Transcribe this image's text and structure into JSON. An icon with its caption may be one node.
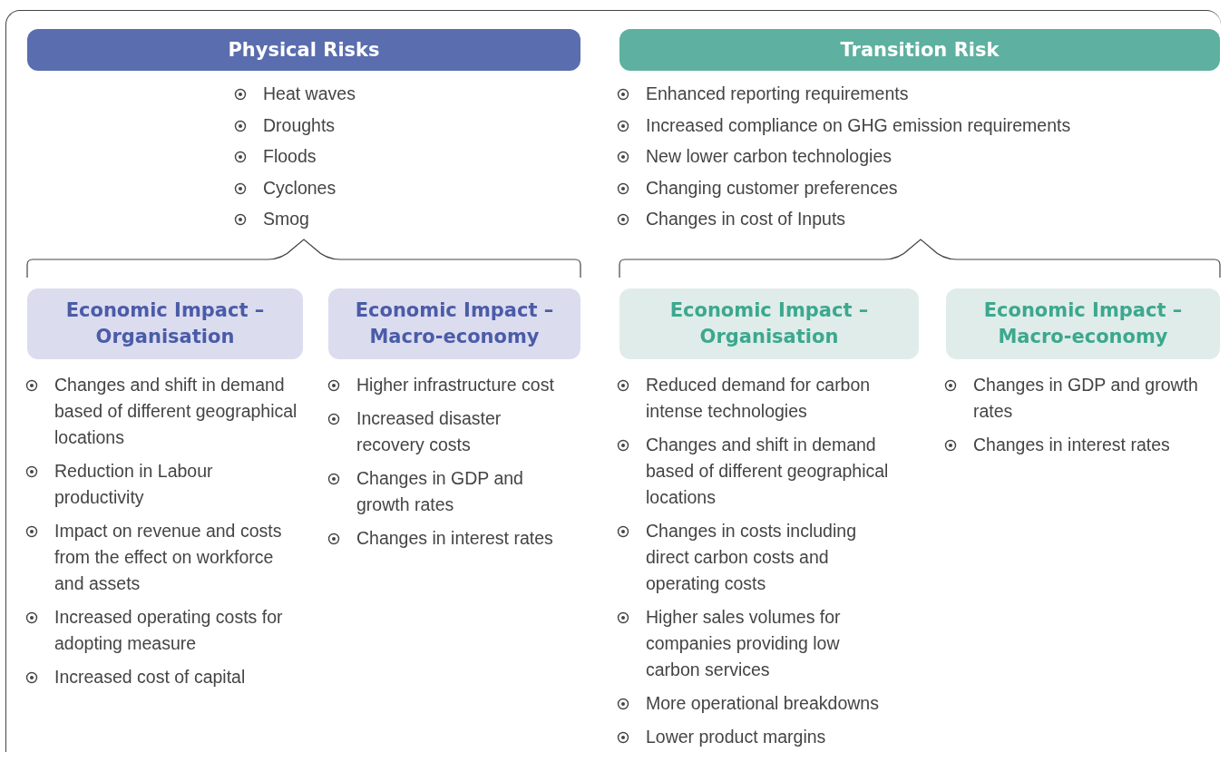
{
  "diagram": {
    "nodes": [
      {
        "text": [
          "Physical Risks"
        ],
        "beside": [
          "Heat waves",
          "Droughts",
          "Floods",
          "Cyclones",
          "Smog"
        ]
      },
      {
        "text": [
          "Transition Risk"
        ],
        "beside": [
          "Enhanced reporting requirements",
          "Increased compliance on GHG emission requirements",
          "New lower carbon technologies",
          "Changing customer preferences",
          "Changes in cost of Inputs"
        ]
      },
      {
        "text": [
          "Economic Impact – Organisation"
        ],
        "beside": [
          "Changes and shift in demand based of different geographical locations",
          "Reduction in Labour productivity",
          "Impact on revenue and costs from the effect on workforce and assets",
          "Increased operating costs for adopting measure",
          "Increased cost of capital"
        ]
      },
      {
        "text": [
          "Economic Impact – Macro-economy"
        ],
        "beside": [
          "Higher infrastructure cost",
          "Increased disaster recovery costs",
          "Changes in GDP and growth rates",
          "Changes in interest rates"
        ]
      },
      {
        "text": [
          "Economic Impact – Organisation"
        ],
        "beside": [
          "Reduced demand for carbon intense technologies",
          "Changes and shift in demand based of different geographical locations",
          "Changes in costs including direct carbon costs and operating costs",
          "Higher sales volumes for companies providing low carbon services",
          "More operational breakdowns",
          "Lower product margins"
        ]
      },
      {
        "text": [
          "Economic Impact – Macro-economy"
        ],
        "beside": [
          "Changes in GDP and growth rates",
          "Changes in interest rates"
        ]
      }
    ],
    "edges": []
  }
}
